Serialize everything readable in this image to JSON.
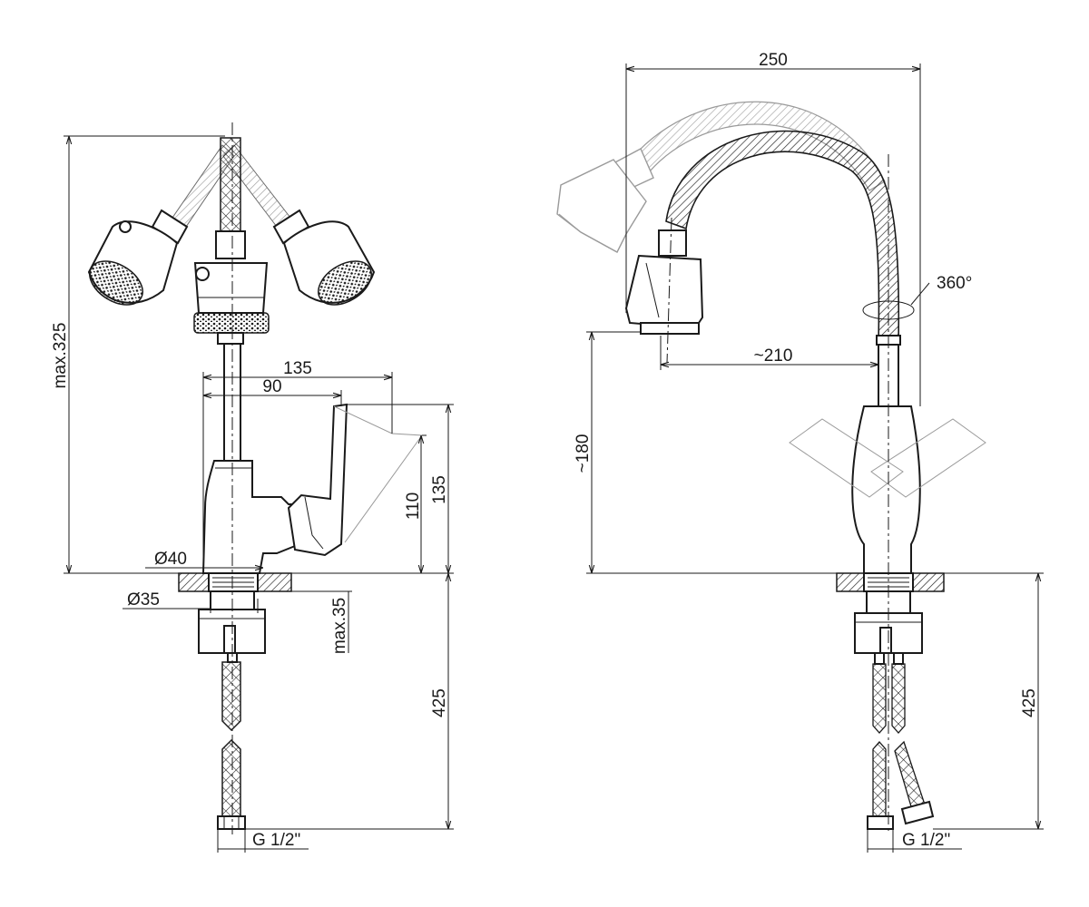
{
  "front_view": {
    "dim_height_max": "max.325",
    "dim_width_lever": "135",
    "dim_width_spout": "90",
    "dim_height_lever": "135",
    "dim_height_body": "110",
    "dim_base_dia": "Ø40",
    "dim_thread_dia": "Ø35",
    "dim_counter_max": "max.35",
    "dim_hose_length": "425",
    "thread_label": "G 1/2\""
  },
  "side_view": {
    "dim_width_total": "250",
    "dim_rotation": "360°",
    "dim_reach": "~210",
    "dim_spout_height": "~180",
    "dim_hose_length": "425",
    "thread_label": "G 1/2\""
  }
}
